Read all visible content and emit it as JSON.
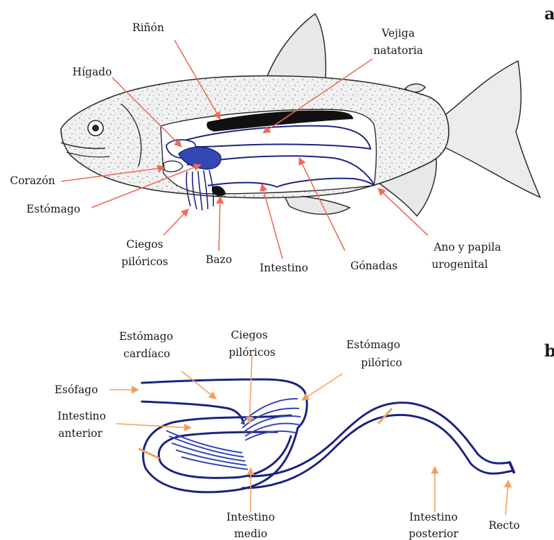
{
  "panel_a": {
    "letter": "a",
    "labels": {
      "rinon": "Riñón",
      "vejiga": [
        "Vejiga",
        "natatoria"
      ],
      "higado": "Hígado",
      "corazon": "Corazón",
      "estomago": "Estómago",
      "ciegos": [
        "Ciegos",
        "pilóricos"
      ],
      "bazo": "Bazo",
      "intestino": "Intestino",
      "gonadas": "Gónadas",
      "ano": [
        "Ano y papila",
        "urogenital"
      ]
    }
  },
  "panel_b": {
    "letter": "b",
    "labels": {
      "estomago_cardiaco": [
        "Estómago",
        "cardíaco"
      ],
      "ciegos": [
        "Ciegos",
        "pilóricos"
      ],
      "estomago_pilorico": [
        "Estómago",
        "pilórico"
      ],
      "esofago": "Esófago",
      "intestino_anterior": [
        "Intestino",
        "anterior"
      ],
      "intestino_medio": [
        "Intestino",
        "medio"
      ],
      "intestino_posterior": [
        "Intestino",
        "posterior"
      ],
      "recto": "Recto"
    }
  },
  "colors": {
    "arrow_a": "#ef6a57",
    "arrow_b": "#f0a060",
    "organ_outline": "#1a237e",
    "organ_fill": "#3347b5",
    "fish_outline": "#2a2a2a",
    "fish_fill": "#f1f1f1",
    "kidney": "#111111"
  }
}
